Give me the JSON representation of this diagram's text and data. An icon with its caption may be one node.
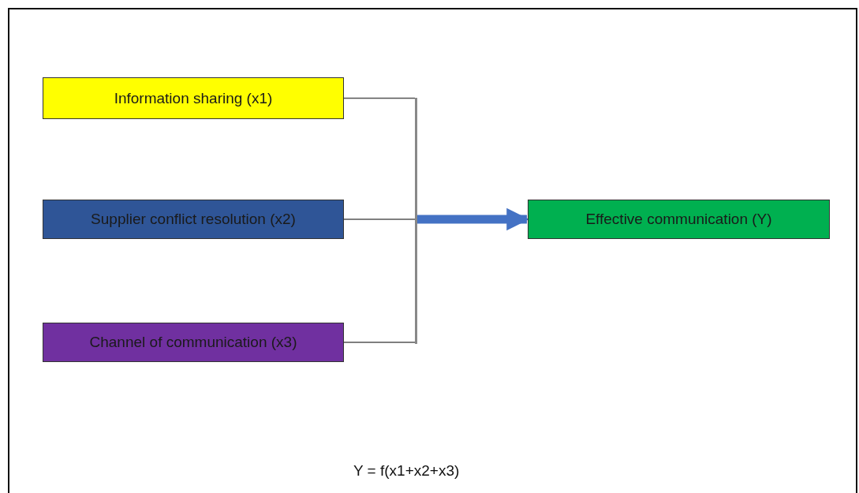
{
  "diagram": {
    "nodes": [
      {
        "text": [
          "Information sharing (x1)"
        ]
      },
      {
        "text": [
          "Supplier conflict resolution (x2)"
        ]
      },
      {
        "text": [
          "Channel of communication (x3)"
        ]
      },
      {
        "text": [],
        "shape": "bar"
      },
      {
        "text": [
          "Effective communication (Y)"
        ]
      }
    ],
    "edges": [
      {
        "from": 0,
        "to": 3,
        "arrow": "none"
      },
      {
        "from": 1,
        "to": 3,
        "arrow": "none"
      },
      {
        "from": 2,
        "to": 3,
        "arrow": "none"
      },
      {
        "from": 3,
        "to": 4,
        "arrow": "to",
        "style": "thick",
        "color": "#4472c4"
      }
    ],
    "labels": [
      "Y = f(x1+x2+x3)"
    ]
  }
}
